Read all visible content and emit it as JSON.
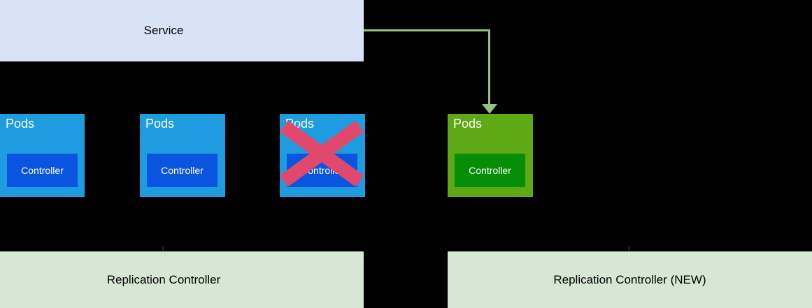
{
  "colors": {
    "background": "#000000",
    "service_fill": "#d8e4f6",
    "pod_blue_fill": "#1f9cdf",
    "controller_blue_fill": "#0a55e0",
    "pod_green_fill": "#5fa816",
    "controller_green_fill": "#068e06",
    "rc_fill": "#d6e8d3",
    "arrow_green": "#93c47d",
    "cross_red": "#e2486c",
    "text_dark": "#000000",
    "text_light": "#ffffff"
  },
  "service": {
    "label": "Service"
  },
  "pods": [
    {
      "label": "Pods",
      "controller_label": "Controller",
      "crossed_out": false
    },
    {
      "label": "Pods",
      "controller_label": "Controller",
      "crossed_out": false
    },
    {
      "label": "Pods",
      "controller_label": "Controller",
      "crossed_out": true
    },
    {
      "label": "Pods",
      "controller_label": "Controller",
      "crossed_out": false
    }
  ],
  "replication_controllers": [
    {
      "label": "Replication Controller"
    },
    {
      "label": "Replication Controller (NEW)"
    }
  ]
}
